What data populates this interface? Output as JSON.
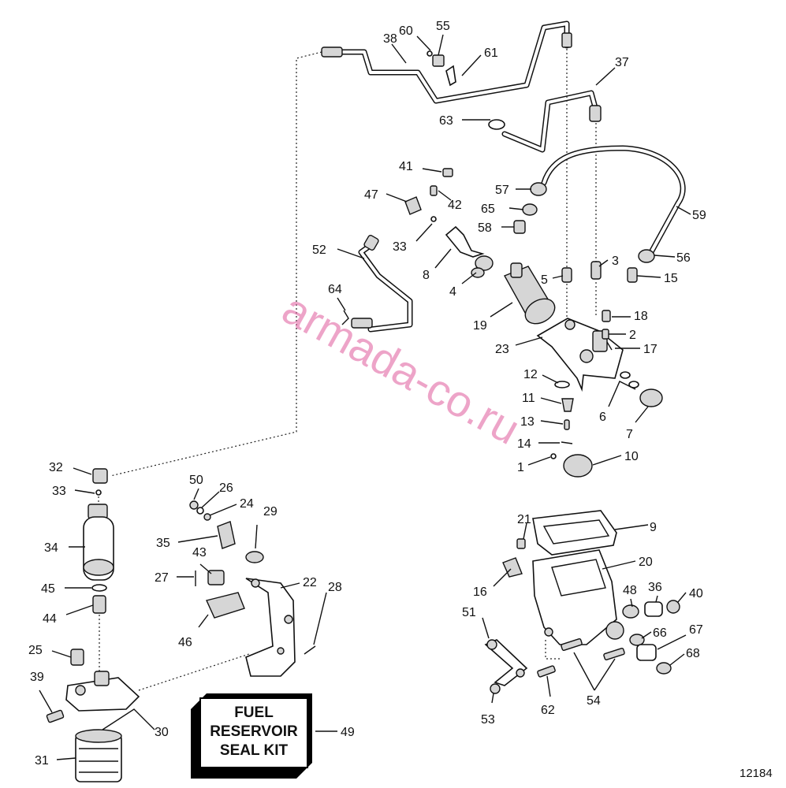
{
  "labels": {
    "l1": "1",
    "l2": "2",
    "l3": "3",
    "l4": "4",
    "l5": "5",
    "l6": "6",
    "l7": "7",
    "l8": "8",
    "l9": "9",
    "l10": "10",
    "l11": "11",
    "l12": "12",
    "l13": "13",
    "l14": "14",
    "l15": "15",
    "l16": "16",
    "l17": "17",
    "l18": "18",
    "l19": "19",
    "l20": "20",
    "l21": "21",
    "l22": "22",
    "l23": "23",
    "l24": "24",
    "l25": "25",
    "l26": "26",
    "l27": "27",
    "l28": "28",
    "l29": "29",
    "l30": "30",
    "l31": "31",
    "l32": "32",
    "l33a": "33",
    "l33b": "33",
    "l34": "34",
    "l35": "35",
    "l36": "36",
    "l37": "37",
    "l38": "38",
    "l39": "39",
    "l40": "40",
    "l41": "41",
    "l42": "42",
    "l43": "43",
    "l44": "44",
    "l45": "45",
    "l46": "46",
    "l47": "47",
    "l48": "48",
    "l49": "49",
    "l50": "50",
    "l51": "51",
    "l52": "52",
    "l53": "53",
    "l54": "54",
    "l55": "55",
    "l56": "56",
    "l57": "57",
    "l58": "58",
    "l59": "59",
    "l60": "60",
    "l61": "61",
    "l62": "62",
    "l63": "63",
    "l64": "64",
    "l65": "65",
    "l66": "66",
    "l67": "67",
    "l68": "68"
  },
  "kit_box": {
    "line1": "FUEL",
    "line2": "RESERVOIR",
    "line3": "SEAL KIT"
  },
  "watermark": "armada-co.ru",
  "figure_number": "12184"
}
